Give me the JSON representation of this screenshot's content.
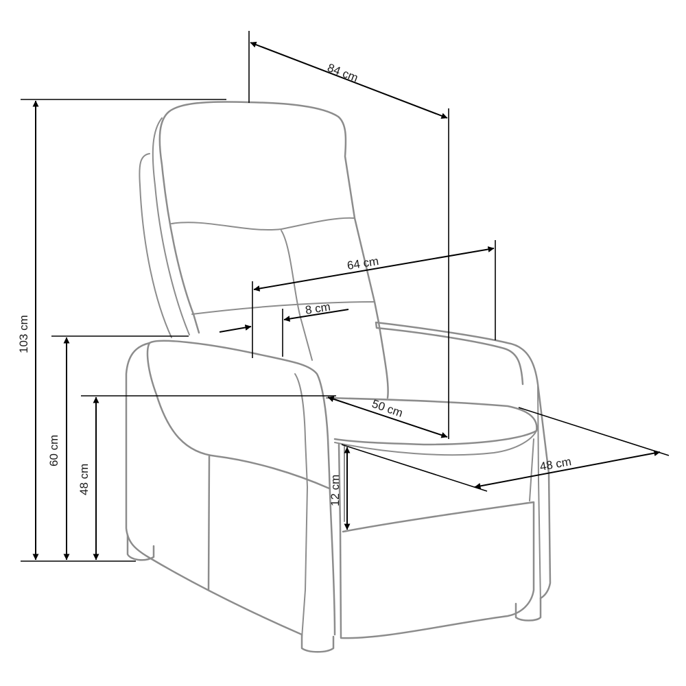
{
  "dimensions": {
    "width_top": "84 cm",
    "height_total": "103 cm",
    "seat_width": "64 cm",
    "armrest_width": "8 cm",
    "arm_height": "60 cm",
    "seat_height": "48 cm",
    "seat_depth": "50 cm",
    "footrest_width": "48 cm",
    "footrest_height": "12 cm"
  },
  "colors": {
    "outline": "#8c8c8c",
    "dimension": "#000000"
  }
}
